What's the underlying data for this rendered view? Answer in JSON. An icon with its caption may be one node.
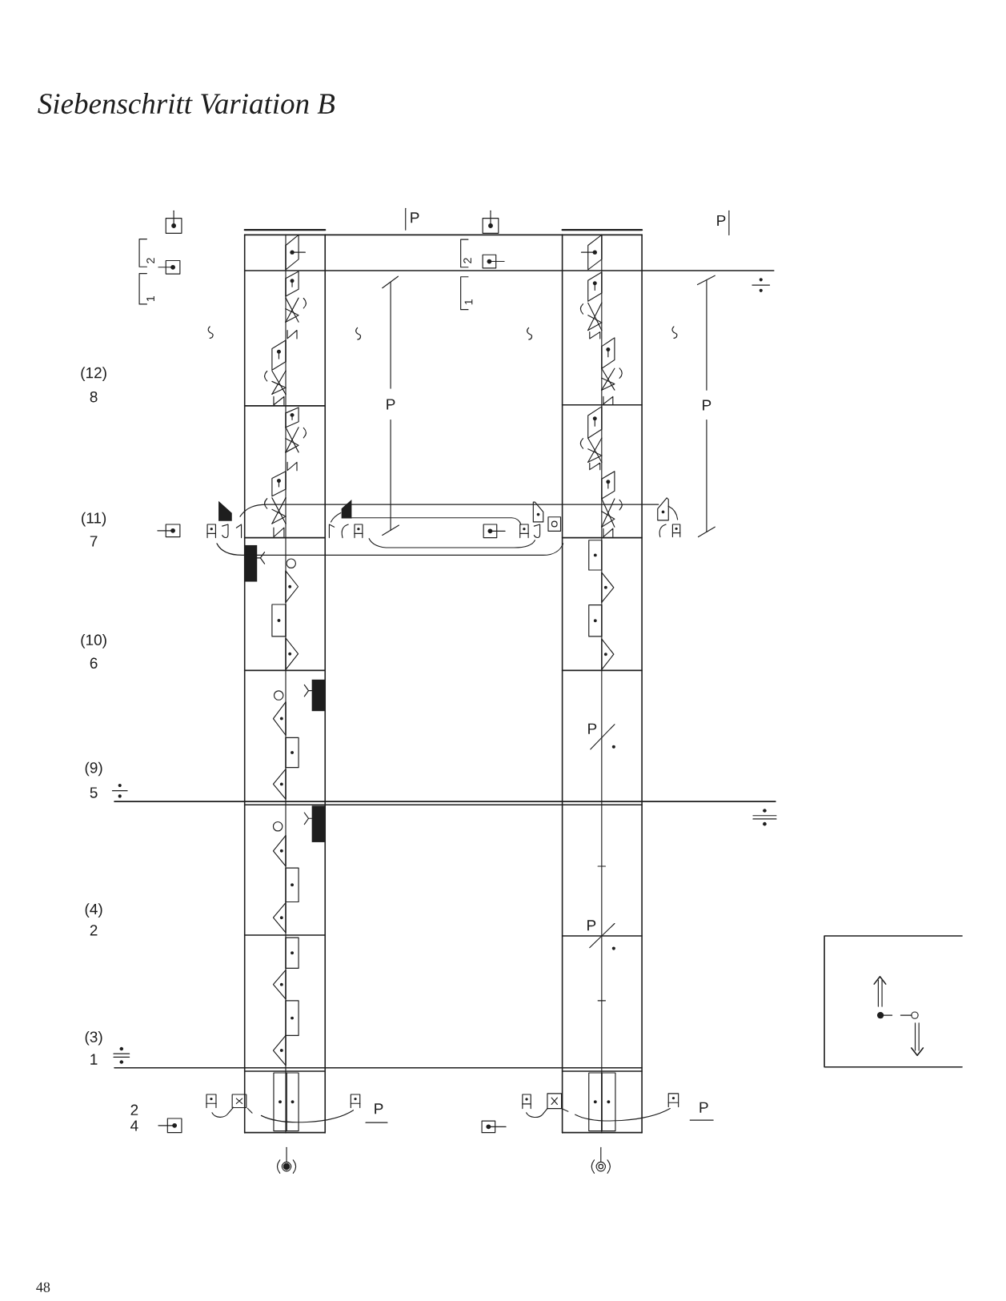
{
  "diagram": {
    "title": "Siebenschritt Variation B",
    "labels": [
      "P",
      "P",
      "2",
      "2",
      "1",
      "1",
      "(12)",
      "8",
      "P",
      "P",
      "(11)",
      "7",
      "(10)",
      "6",
      "P",
      "(9)",
      "5",
      "(4)",
      "P",
      "2",
      "(3)",
      "1",
      "2",
      "P",
      "P",
      "4",
      "48"
    ]
  }
}
